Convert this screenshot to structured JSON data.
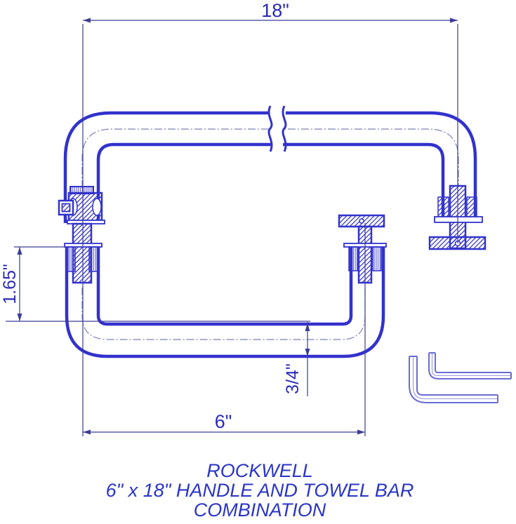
{
  "drawing": {
    "dim_top_width": "18\"",
    "dim_standoff": "1.65\"",
    "dim_tube_diameter": "3/4\"",
    "dim_handle_width": "6\"",
    "title_line1": "ROCKWELL",
    "title_line2": "6\" x 18\" HANDLE AND TOWEL BAR",
    "title_line3": "COMBINATION",
    "icons": [
      "allen-key-large-icon",
      "allen-key-small-icon",
      "break-symbol"
    ],
    "colors": {
      "tube": "#3232cd",
      "centerline": "#7c82b4",
      "dimension_line": "#3c3c96",
      "dim_text": "#2a2ab8",
      "title_text": "#2a35c8",
      "allen_key": "#6b6bd4",
      "allen_key_inner": "#9a9ade",
      "hatch": "#3838c6",
      "background": "#ffffff"
    }
  }
}
